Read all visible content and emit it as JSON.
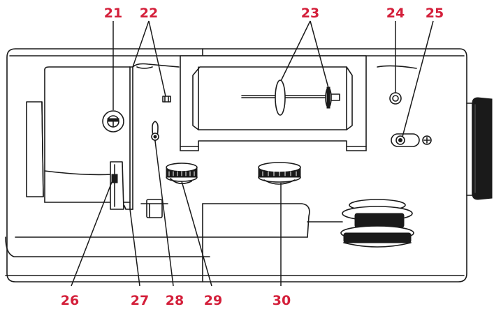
{
  "callouts": {
    "c21": "21",
    "c22": "22",
    "c23": "23",
    "c24": "24",
    "c25": "25",
    "c26": "26",
    "c27": "27",
    "c28": "28",
    "c29": "29",
    "c30": "30"
  },
  "colors": {
    "callout": "#d41f3a",
    "outline": "#1a1a1a",
    "background": "#ffffff"
  }
}
